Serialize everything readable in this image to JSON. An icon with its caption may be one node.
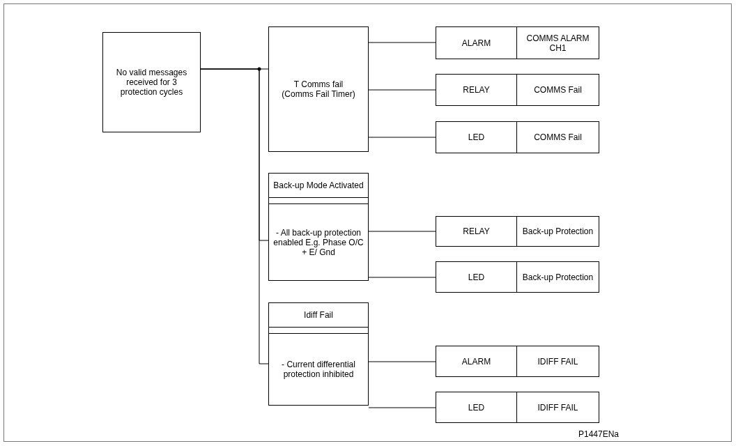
{
  "diagram": {
    "nodes": [
      {
        "text": [
          "No valid messages received for 3 protection cycles"
        ]
      },
      {
        "text": [
          "T Comms fail (Comms Fail Timer)"
        ]
      },
      {
        "text": [
          "ALARM"
        ]
      },
      {
        "text": [
          "COMMS ALARM CH1"
        ]
      },
      {
        "text": [
          "RELAY"
        ]
      },
      {
        "text": [
          "COMMS Fail"
        ]
      },
      {
        "text": [
          "LED"
        ]
      },
      {
        "text": [
          "COMMS Fail"
        ]
      },
      {
        "text": [
          "Back-up Mode Activated",
          "- All back-up protection enabled E.g. Phase O/C + E/ Gnd"
        ]
      },
      {
        "text": [
          "RELAY"
        ]
      },
      {
        "text": [
          "Back-up Protection"
        ]
      },
      {
        "text": [
          "LED"
        ]
      },
      {
        "text": [
          "Back-up Protection"
        ]
      },
      {
        "text": [
          "Idiff Fail",
          "- Current differential protection inhibited"
        ]
      },
      {
        "text": [
          "ALARM"
        ]
      },
      {
        "text": [
          "IDIFF FAIL"
        ]
      },
      {
        "text": [
          "LED"
        ]
      },
      {
        "text": [
          "IDIFF FAIL"
        ]
      }
    ],
    "edges": [
      {
        "from": 0,
        "to": 1,
        "arrow": "none"
      },
      {
        "from": 0,
        "to": 8,
        "arrow": "none"
      },
      {
        "from": 0,
        "to": 13,
        "arrow": "none"
      },
      {
        "from": 1,
        "to": 2,
        "arrow": "none"
      },
      {
        "from": 1,
        "to": 4,
        "arrow": "none"
      },
      {
        "from": 1,
        "to": 6,
        "arrow": "none"
      },
      {
        "from": 8,
        "to": 9,
        "arrow": "none"
      },
      {
        "from": 8,
        "to": 11,
        "arrow": "none"
      },
      {
        "from": 13,
        "to": 14,
        "arrow": "none"
      },
      {
        "from": 13,
        "to": 16,
        "arrow": "none"
      }
    ],
    "labels": [
      "P1447ENa"
    ]
  }
}
